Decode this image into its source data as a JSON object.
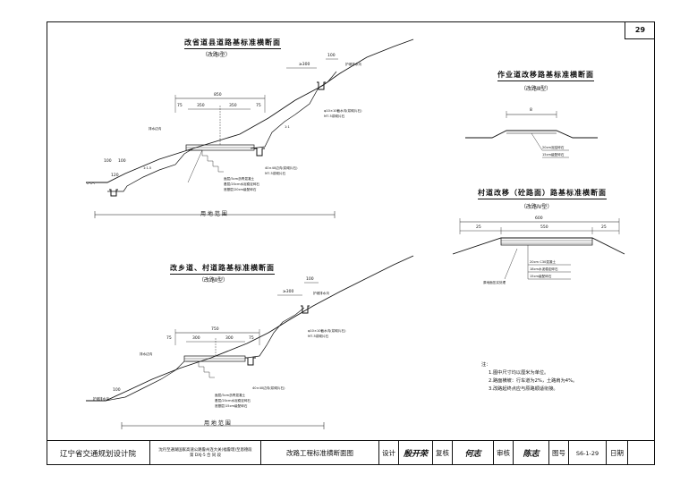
{
  "page_number": "29",
  "sections": {
    "type1": {
      "title": "改省道县道路基标准横断面",
      "subtitle": "（改路Ⅰ型）",
      "land": "用 地 范 围",
      "dims": {
        "total": "850",
        "left": "350",
        "right": "350",
        "edge_l": "75",
        "edge_r": "75",
        "top_right": "≥300",
        "small1": "100",
        "small2": "100",
        "small3": "120",
        "small4": "100"
      },
      "labels": {
        "ditch": "护坡排水沟",
        "drain1": "φ10×10截水沟(浆砌片石)",
        "drain2": "M7.5浆砌片石",
        "water": "排水边沟",
        "pave1": "面层/5cm沥青混凝土",
        "pave2": "基层/20cm水泥稳定碎石",
        "pave3": "底基层/20cm级配碎石",
        "side1": "40×40边沟(浆砌片石)",
        "side2": "M7.5浆砌片石",
        "slope": "1:1.5",
        "slope2": "1:1"
      }
    },
    "type2": {
      "title": "改乡道、村道路基标准横断面",
      "subtitle": "（改路Ⅱ型）",
      "land": "用 地 范 围",
      "dims": {
        "total": "750",
        "left": "300",
        "right": "300",
        "edge_l": "75",
        "edge_r": "75",
        "top_right": "≥300",
        "small1": "100",
        "small2": "100"
      },
      "labels": {
        "ditch": "护坡排水沟",
        "drain1": "φ10×10截水沟(浆砌片石)",
        "drain2": "M7.5浆砌片石",
        "water": "排水边沟",
        "side": "40×40边沟(浆砌片石)",
        "pave1": "面层/5cm沥青混凝土",
        "pave2": "基层/20cm水泥稳定碎石",
        "pave3": "底基层/15cm级配碎石"
      }
    },
    "type3": {
      "title": "作业道改移路基标准横断面",
      "subtitle": "（改路Ⅲ型）",
      "dims": {
        "total": "8"
      },
      "labels": {
        "l1": "20cm泥结碎石",
        "l2": "15cm级配碎石"
      }
    },
    "type4": {
      "title": "村道改移（砼路面）路基标准横断面",
      "subtitle": "（改路Ⅳ型）",
      "dims": {
        "total": "600",
        "left": "25",
        "mid": "550",
        "right": "25"
      },
      "labels": {
        "l1": "20cm C30混凝土",
        "l2": "18cm水泥稳定碎石",
        "l3": "15cm级配碎石",
        "base": "原地面压实处理"
      }
    }
  },
  "notes": {
    "head": "注：",
    "n1": "1.图中尺寸均以厘米为单位。",
    "n2": "2.路面横坡：行车道为2%，土路肩为4%。",
    "n3": "3.改路起终点应与原路顺适衔接。"
  },
  "title_block": {
    "institute": "辽宁省交通规划设计院",
    "project_line1": "沈丹至通湖国家高速公路鲁州连大关(福鲁理)至恩德段",
    "project_line2": "第 DXJ-5 合 同 段",
    "drawing": "改路工程标准横断面图",
    "design_label": "设计",
    "design_sig": "殷开荣",
    "review_label": "复核",
    "review_sig": "何志",
    "approve_label": "审核",
    "approve_sig": "陈志",
    "num_label": "图号",
    "num": "S6-1-29",
    "date_label": "日期",
    "date": ""
  }
}
